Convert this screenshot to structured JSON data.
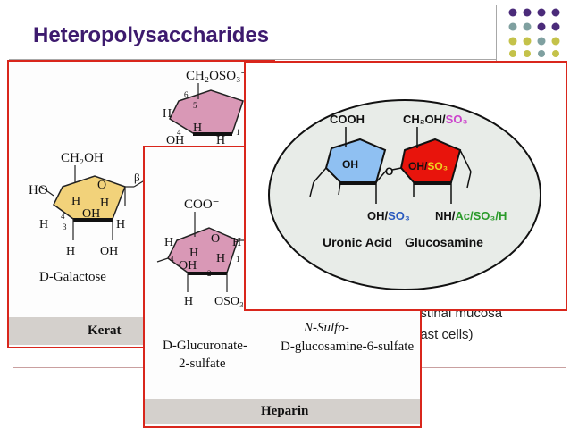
{
  "slide": {
    "title": "Heteropolysaccharides"
  },
  "colors": {
    "title": "#3d1a6e",
    "dot_purple": "#4b2b7a",
    "dot_teal": "#7fa0a0",
    "dot_olive": "#c4c24a",
    "panel_border": "#d9261c",
    "galactose_ring": "#f2d27a",
    "glucuronate_ring": "#d998b6",
    "uronic_ring": "#8fc0f2",
    "glucosamine_ring": "#e8140c",
    "so3_magenta": "#cc44cc",
    "so3_yellow": "#f0d020",
    "ac_green": "#2a9a2a"
  },
  "background_text": {
    "line1": "estinal mucosa",
    "line2": "nast cells)"
  },
  "keratan_panel": {
    "ring_top_group": "CH₂OSO₃⁻",
    "ring_top_atoms": [
      "H",
      "H",
      "OH",
      "H",
      "6",
      "5",
      "4",
      "1"
    ],
    "galactose_group": "CH₂OH",
    "galactose_atoms": [
      "HO",
      "O",
      "H",
      "OH",
      "H",
      "H",
      "H",
      "OH",
      "H",
      "4",
      "3"
    ],
    "beta": "β",
    "galactose_label": "D-Galactose",
    "bar_label": "Kerat"
  },
  "heparin_panel": {
    "carboxylate": "COO⁻",
    "ring_atoms": [
      "H",
      "O",
      "H",
      "OH",
      "H",
      "H",
      "OSO₃⁻",
      "4",
      "2",
      "1",
      "H"
    ],
    "label_left_1": "D-Glucuronate-",
    "label_left_2": "2-sulfate",
    "label_right_1": "N-Sulfo-",
    "label_right_2": "D-glucosamine-6-sulfate",
    "bar_label": "Heparin"
  },
  "hexose_panel": {
    "cooh": "COOH",
    "ch2oh": "CH₂OH/",
    "so3_a": "SO₃",
    "oh_left": "OH",
    "o_bridge": "O",
    "oh_right": "OH/",
    "so3_b": "SO₃",
    "oh_bottom": "OH/",
    "so3_c": "SO₃",
    "nh": "NH/",
    "ac_so3_h": "Ac/SO₃/H",
    "uronic_label": "Uronic Acid",
    "glucosamine_label": "Glucosamine"
  }
}
